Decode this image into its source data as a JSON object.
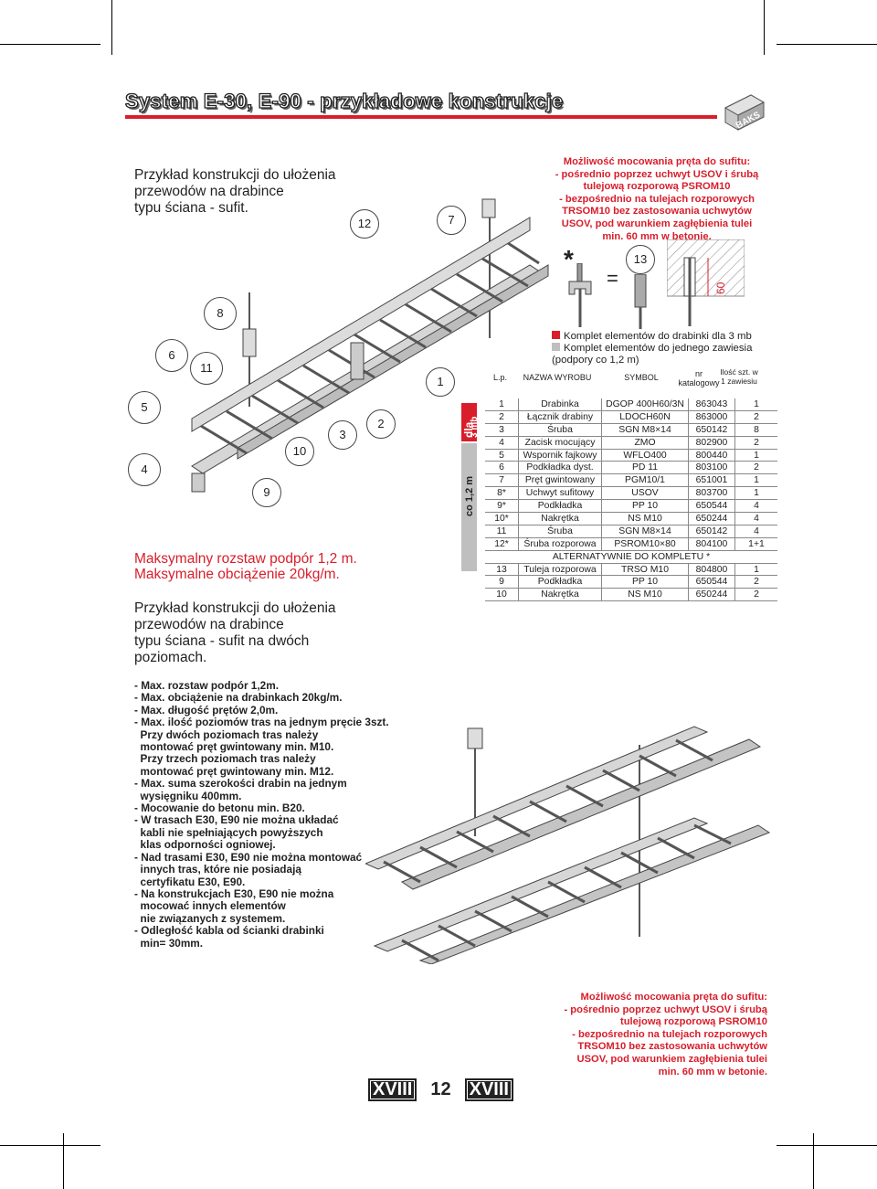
{
  "title": "System E-30, E-90 - przykładowe konstrukcje",
  "logo": {
    "text": "BAKS"
  },
  "section1": {
    "intro": [
      "Przykład konstrukcji do ułożenia",
      "przewodów na drabince",
      "typu ściana - sufit."
    ],
    "max_notes": [
      "Maksymalny rozstaw podpór 1,2 m.",
      "Maksymalne obciążenie 20kg/m."
    ]
  },
  "red_note": [
    "Możliwość mocowania pręta do sufitu:",
    "- pośrednio poprzez uchwyt USOV i śrubą",
    "tulejową rozporową PSROM10",
    "- bezpośrednio na tulejach rozporowych",
    "TRSOM10 bez zastosowania uchwytów",
    "USOV, pod warunkiem zagłębienia tulei",
    "min. 60 mm w betonie."
  ],
  "callouts": {
    "c12": "12",
    "c7": "7",
    "c8": "8",
    "c6": "6",
    "c11": "11",
    "c5": "5",
    "c4": "4",
    "c10": "10",
    "c3": "3",
    "c2": "2",
    "c9": "9",
    "c1": "1",
    "c13": "13"
  },
  "detail": {
    "star": "*",
    "equals": "=",
    "depth": "60"
  },
  "legend": {
    "set_ladder": "Komplet elementów do drabinki dla 3 mb",
    "set_hanger": "Komplet elementów do jednego zawiesia",
    "set_hanger2": "(podpory co 1,2 m)"
  },
  "table_headers": {
    "lp": "L.p.",
    "name": "NAZWA WYROBU",
    "symbol": "SYMBOL",
    "catalog": "nr katalogowy",
    "qty": "Ilość szt. w 1 zawiesiu"
  },
  "sidebar": {
    "dla": "dla",
    "mb": "3 mb",
    "co": "co 1,2 m"
  },
  "parts": [
    {
      "lp": "1",
      "name": "Drabinka",
      "symbol": "DGOP 400H60/3N",
      "cat": "863043",
      "qty": "1"
    },
    {
      "lp": "2",
      "name": "Łącznik drabiny",
      "symbol": "LDOCH60N",
      "cat": "863000",
      "qty": "2"
    },
    {
      "lp": "3",
      "name": "Śruba",
      "symbol": "SGN M8×14",
      "cat": "650142",
      "qty": "8"
    },
    {
      "lp": "4",
      "name": "Zacisk mocujący",
      "symbol": "ZMO",
      "cat": "802900",
      "qty": "2"
    },
    {
      "lp": "5",
      "name": "Wspornik fajkowy",
      "symbol": "WFLO400",
      "cat": "800440",
      "qty": "1"
    },
    {
      "lp": "6",
      "name": "Podkładka dyst.",
      "symbol": "PD 11",
      "cat": "803100",
      "qty": "2"
    },
    {
      "lp": "7",
      "name": "Pręt gwintowany",
      "symbol": "PGM10/1",
      "cat": "651001",
      "qty": "1"
    },
    {
      "lp": "8*",
      "name": "Uchwyt sufitowy",
      "symbol": "USOV",
      "cat": "803700",
      "qty": "1"
    },
    {
      "lp": "9*",
      "name": "Podkładka",
      "symbol": "PP 10",
      "cat": "650544",
      "qty": "4"
    },
    {
      "lp": "10*",
      "name": "Nakrętka",
      "symbol": "NS M10",
      "cat": "650244",
      "qty": "4"
    },
    {
      "lp": "11",
      "name": "Śruba",
      "symbol": "SGN M8×14",
      "cat": "650142",
      "qty": "4"
    },
    {
      "lp": "12*",
      "name": "Śruba rozporowa",
      "symbol": "PSROM10×80",
      "cat": "804100",
      "qty": "1+1"
    }
  ],
  "alt_header": "ALTERNATYWNIE DO KOMPLETU  *",
  "alt_parts": [
    {
      "lp": "13",
      "name": "Tuleja rozporowa",
      "symbol": "TRSO M10",
      "cat": "804800",
      "qty": "1"
    },
    {
      "lp": "9",
      "name": "Podkładka",
      "symbol": "PP 10",
      "cat": "650544",
      "qty": "2"
    },
    {
      "lp": "10",
      "name": "Nakrętka",
      "symbol": "NS M10",
      "cat": "650244",
      "qty": "2"
    }
  ],
  "section2": {
    "intro": [
      "Przykład konstrukcji do ułożenia",
      "przewodów na drabince",
      "typu ściana - sufit na dwóch",
      "poziomach."
    ],
    "bullets": [
      "- Max. rozstaw podpór 1,2m.",
      "- Max. obciążenie na drabinkach 20kg/m.",
      "- Max. długość prętów 2,0m.",
      "- Max. ilość poziomów tras na jednym pręcie 3szt.",
      "  Przy dwóch poziomach tras należy",
      "  montować pręt gwintowany min. M10.",
      "  Przy trzech poziomach tras należy",
      "  montować pręt gwintowany min. M12.",
      "- Max. suma szerokości drabin na jednym",
      "  wysięgniku 400mm.",
      "- Mocowanie do betonu min. B20.",
      "- W trasach E30, E90 nie można układać",
      "  kabli nie spełniających powyższych",
      "  klas odporności ogniowej.",
      "- Nad trasami E30, E90 nie można montować",
      "  innych tras, które nie posiadają",
      "  certyfikatu E30, E90.",
      "- Na konstrukcjach E30, E90 nie można",
      "  mocować innych elementów",
      "  nie związanych z systemem.",
      "- Odległość kabla od ścianki drabinki",
      "  min= 30mm."
    ]
  },
  "red_note2": [
    "Możliwość mocowania pręta do sufitu:",
    "- pośrednio poprzez uchwyt USOV i śrubą",
    "tulejową rozporową PSROM10",
    "- bezpośrednio na tulejach rozporowych",
    "TRSOM10 bez zastosowania uchwytów",
    "USOV, pod warunkiem zagłębienia tulei",
    "min. 60 mm w betonie."
  ],
  "footer": {
    "left": "XVIII",
    "page": "12",
    "right": "XVIII"
  },
  "colors": {
    "accent": "#d81e2b",
    "steel": "#c9c9c9",
    "dark": "#222222"
  }
}
